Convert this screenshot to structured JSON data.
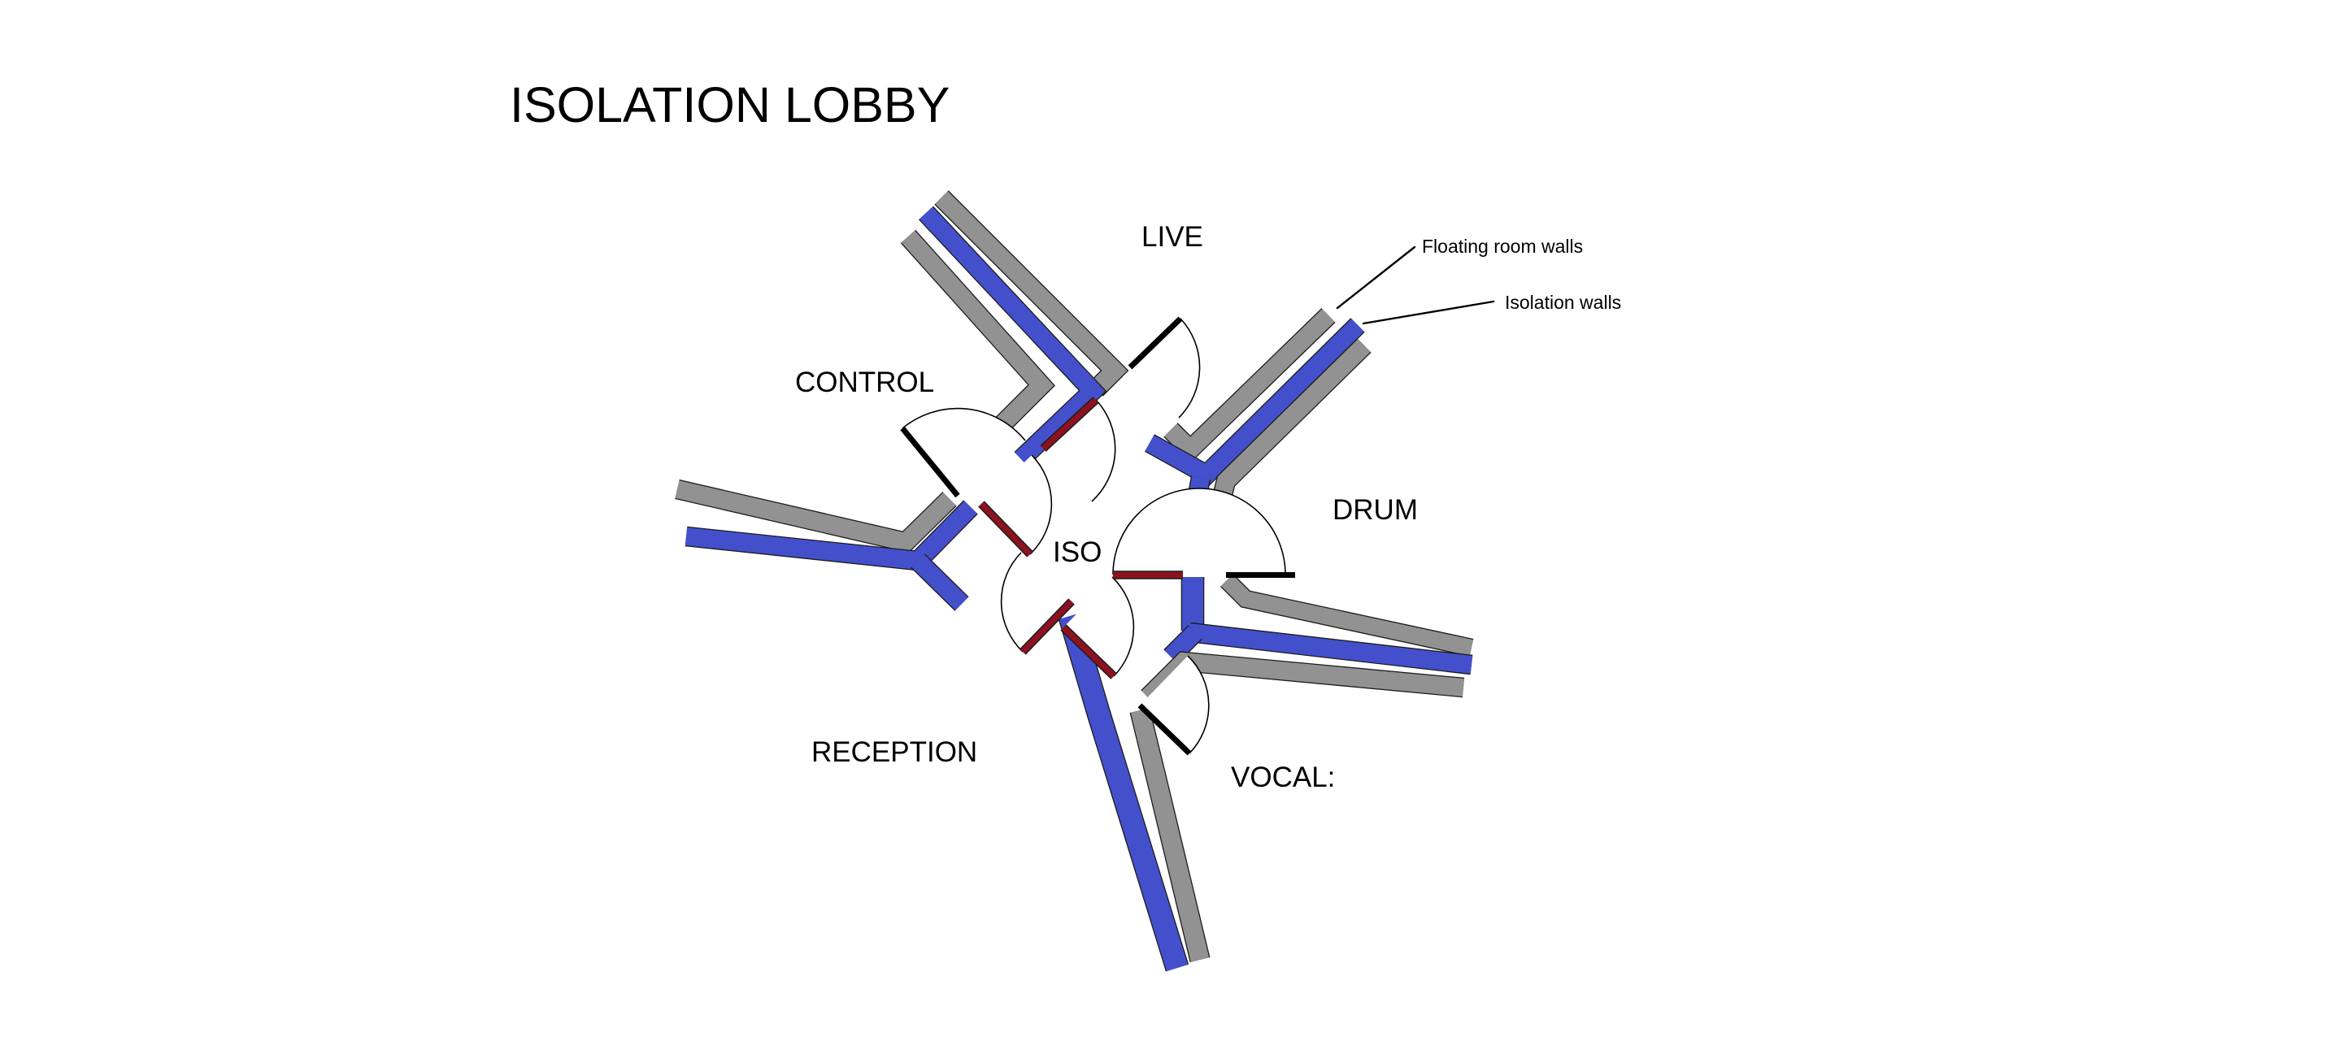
{
  "title": "ISOLATION LOBBY",
  "rooms": {
    "live": {
      "label": "LIVE"
    },
    "control": {
      "label": "CONTROL"
    },
    "drum": {
      "label": "DRUM"
    },
    "iso": {
      "label": "ISO"
    },
    "reception": {
      "label": "RECEPTION"
    },
    "vocal": {
      "label": "VOCAL:"
    }
  },
  "legend": {
    "floating_walls_label": "Floating room walls",
    "isolation_walls_label": "Isolation walls"
  },
  "palette": {
    "floating_wall": "#929292",
    "isolation_wall": "#4450cb",
    "door_inner": "#8c1220",
    "door_outer": "#000000",
    "background": "#ffffff"
  }
}
